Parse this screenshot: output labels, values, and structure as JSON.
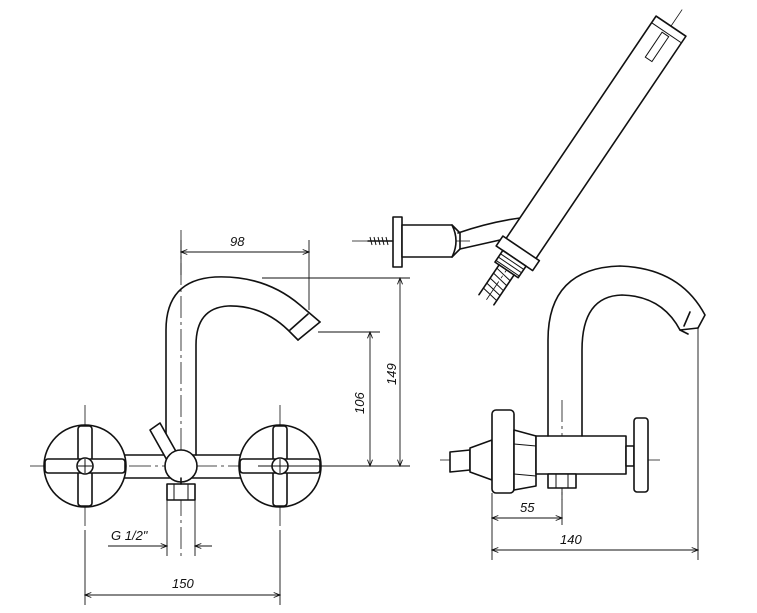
{
  "dimensions": {
    "spout_reach": "98",
    "height_total": "149",
    "height_outlet": "106",
    "thread": "G 1/2\"",
    "centers": "150",
    "wall_offset": "55",
    "depth": "140"
  }
}
